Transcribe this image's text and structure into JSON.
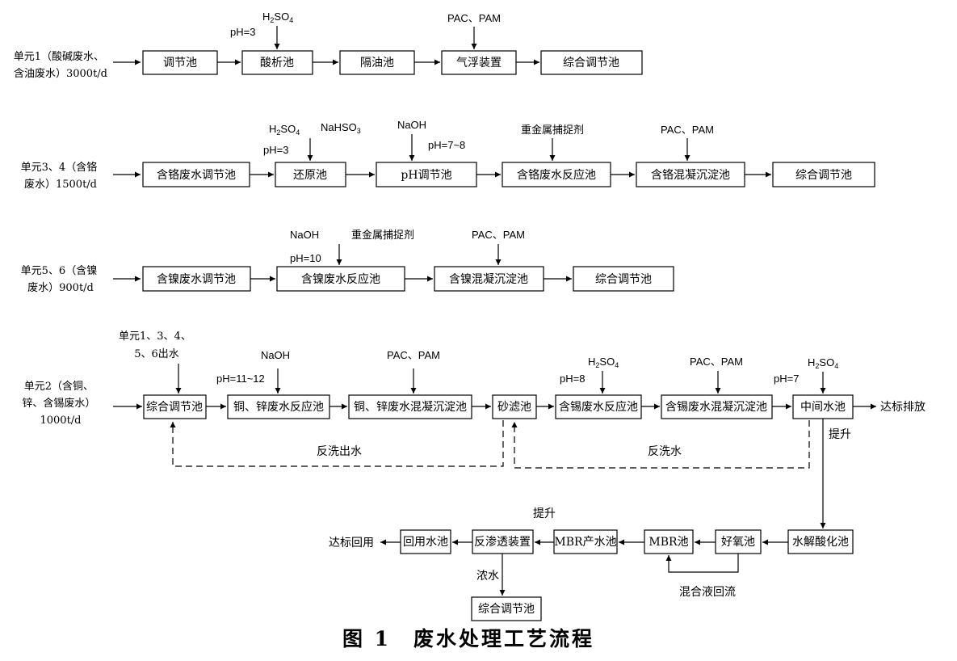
{
  "figure_title": "图 1　废水处理工艺流程",
  "rows": {
    "unit1": {
      "inlet": [
        "单元1（酸碱废水、",
        "含油废水）3000t/d"
      ],
      "boxes": [
        "调节池",
        "酸析池",
        "隔油池",
        "气浮装置",
        "综合调节池"
      ],
      "ph": "pH=3",
      "h2so4": "H2SO4",
      "pac_pam": "PAC、PAM"
    },
    "unit34": {
      "inlet": [
        "单元3、4（含铬",
        "废水）1500t/d"
      ],
      "boxes": [
        "含铬废水调节池",
        "还原池",
        "pH调节池",
        "含铬废水反应池",
        "含铬混凝沉淀池",
        "综合调节池"
      ],
      "h2so4": "H2SO4",
      "nahso3": "NaHSO3",
      "ph_reduce": "pH=3",
      "naoh": "NaOH",
      "ph_adjust": "pH=7~8",
      "capture_agent": "重金属捕捉剂",
      "pac_pam": "PAC、PAM"
    },
    "unit56": {
      "inlet": [
        "单元5、6（含镍",
        "废水）900t/d"
      ],
      "boxes": [
        "含镍废水调节池",
        "含镍废水反应池",
        "含镍混凝沉淀池",
        "综合调节池"
      ],
      "naoh": "NaOH",
      "capture_agent": "重金属捕捉剂",
      "ph": "pH=10",
      "pac_pam": "PAC、PAM"
    },
    "unit2": {
      "inlet": [
        "单元2（含铜、",
        "锌、含锡废水）",
        "1000t/d"
      ],
      "from_units": [
        "单元1、3、4、",
        "5、6出水"
      ],
      "boxes": [
        "综合调节池",
        "铜、锌废水反应池",
        "铜、锌废水混凝沉淀池",
        "砂滤池",
        "含锡废水反应池",
        "含锡废水混凝沉淀池",
        "中间水池"
      ],
      "naoh": "NaOH",
      "ph_cu": "pH=11~12",
      "pac_pam_1": "PAC、PAM",
      "h2so4_1": "H2SO4",
      "ph_sn": "pH=8",
      "pac_pam_2": "PAC、PAM",
      "h2so4_2": "H2SO4",
      "ph_mid": "pH=7",
      "discharge": "达标排放",
      "backwash_out": "反洗出水",
      "backwash": "反洗水",
      "lift": "提升"
    },
    "reuse": {
      "boxes": [
        "水解酸化池",
        "好氧池",
        "MBR池",
        "MBR产水池",
        "反渗透装置",
        "回用水池",
        "综合调节池"
      ],
      "lift": "提升",
      "reuse_out": "达标回用",
      "concentrate": "浓水",
      "mixed_return": "混合液回流"
    }
  }
}
